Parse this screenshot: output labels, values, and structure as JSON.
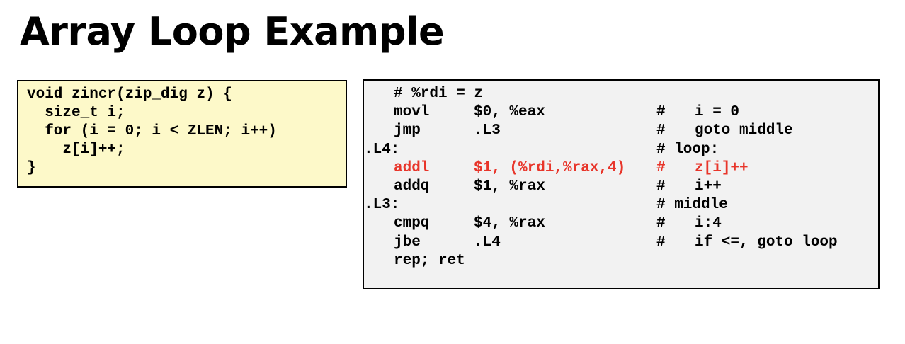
{
  "slide": {
    "title": "Array Loop Example"
  },
  "c_code": {
    "lines": [
      "void zincr(zip_dig z) {",
      "  size_t i;",
      "  for (i = 0; i < ZLEN; i++)",
      "    z[i]++;",
      "}"
    ]
  },
  "asm": {
    "lines": [
      {
        "full": "# %rdi = z"
      },
      {
        "mnemonic": "movl",
        "operands": "$0, %eax",
        "hash": "#",
        "comment": "i = 0"
      },
      {
        "mnemonic": "jmp",
        "operands": ".L3",
        "hash": "#",
        "comment": "goto middle"
      },
      {
        "label": ".L4:",
        "comment_full": "# loop:"
      },
      {
        "mnemonic": "addl",
        "operands": "$1, (%rdi,%rax,4)",
        "hash": "#",
        "comment": "z[i]++",
        "highlight": true
      },
      {
        "mnemonic": "addq",
        "operands": "$1, %rax",
        "hash": "#",
        "comment": "i++"
      },
      {
        "label": ".L3:",
        "comment_full": "# middle"
      },
      {
        "mnemonic": "cmpq",
        "operands": "$4, %rax",
        "hash": "#",
        "comment": "i:4"
      },
      {
        "mnemonic": "jbe",
        "operands": ".L4",
        "hash": "#",
        "comment": "if <=, goto loop"
      },
      {
        "full": "rep; ret"
      }
    ]
  },
  "colors": {
    "c_box_background": "#fdf9c9",
    "asm_box_background": "#f2f2f2",
    "highlight": "#e8352a"
  }
}
